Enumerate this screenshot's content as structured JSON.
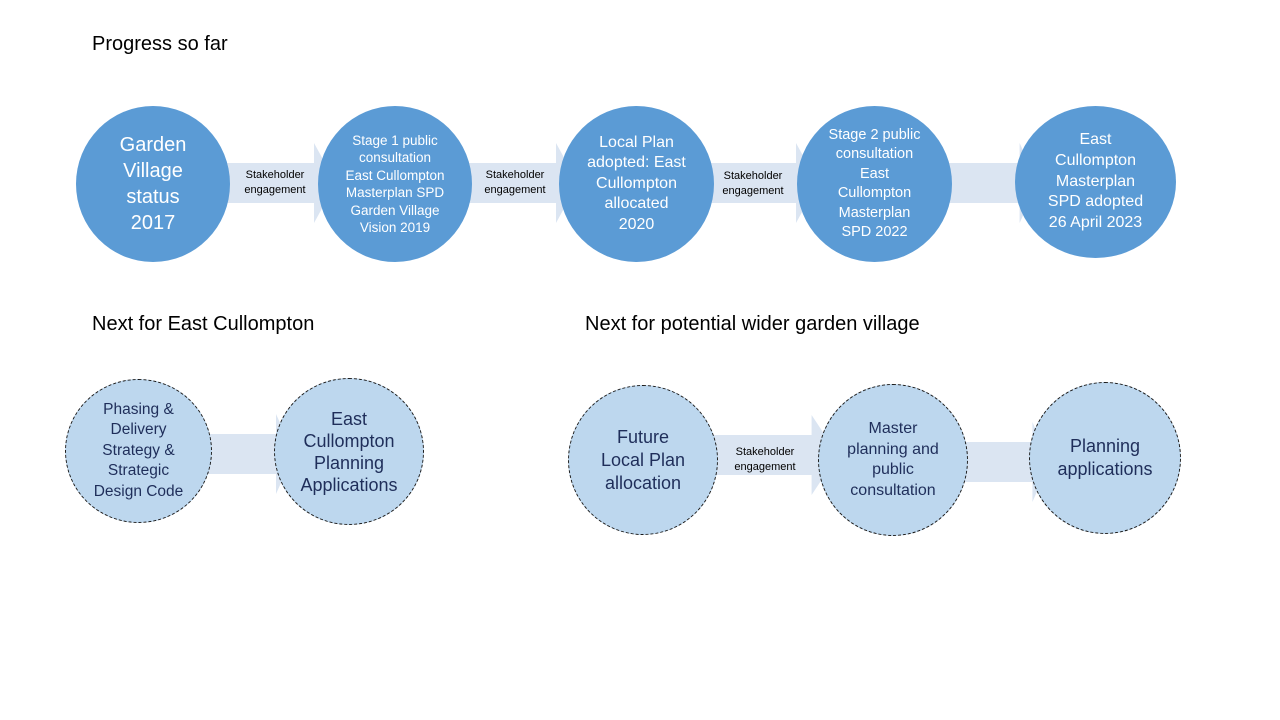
{
  "headings": {
    "progress": "Progress so far",
    "next_ec": "Next for East Cullompton",
    "next_wider": "Next for potential wider garden village"
  },
  "progress_steps": [
    {
      "text": "Garden\nVillage\nstatus\n2017"
    },
    {
      "text": "Stage 1 public\nconsultation\nEast Cullompton\nMasterplan SPD\nGarden Village\nVision 2019"
    },
    {
      "text": "Local Plan\nadopted: East\nCullompton\nallocated\n2020"
    },
    {
      "text": "Stage 2 public\nconsultation\nEast\nCullompton\nMasterplan\nSPD 2022"
    },
    {
      "text": "East\nCullompton\nMasterplan\nSPD adopted\n26 April 2023"
    }
  ],
  "progress_arrows": [
    {
      "label": "Stakeholder\nengagement"
    },
    {
      "label": "Stakeholder\nengagement"
    },
    {
      "label": "Stakeholder\nengagement"
    },
    {
      "label": ""
    }
  ],
  "ec_steps": [
    {
      "text": "Phasing &\nDelivery\nStrategy &\nStrategic\nDesign Code"
    },
    {
      "text": "East\nCullompton\nPlanning\nApplications"
    }
  ],
  "wider_steps": [
    {
      "text": "Future\nLocal Plan\nallocation"
    },
    {
      "text": "Master\nplanning and\npublic\nconsultation"
    },
    {
      "text": "Planning\napplications"
    }
  ],
  "wider_arrows": [
    {
      "label": "Stakeholder\nengagement"
    },
    {
      "label": ""
    }
  ],
  "colors": {
    "solid_circle": "#5b9bd5",
    "dashed_circle": "#bdd7ee",
    "arrow": "#dbe5f2",
    "dashed_text": "#1f2e5a"
  }
}
